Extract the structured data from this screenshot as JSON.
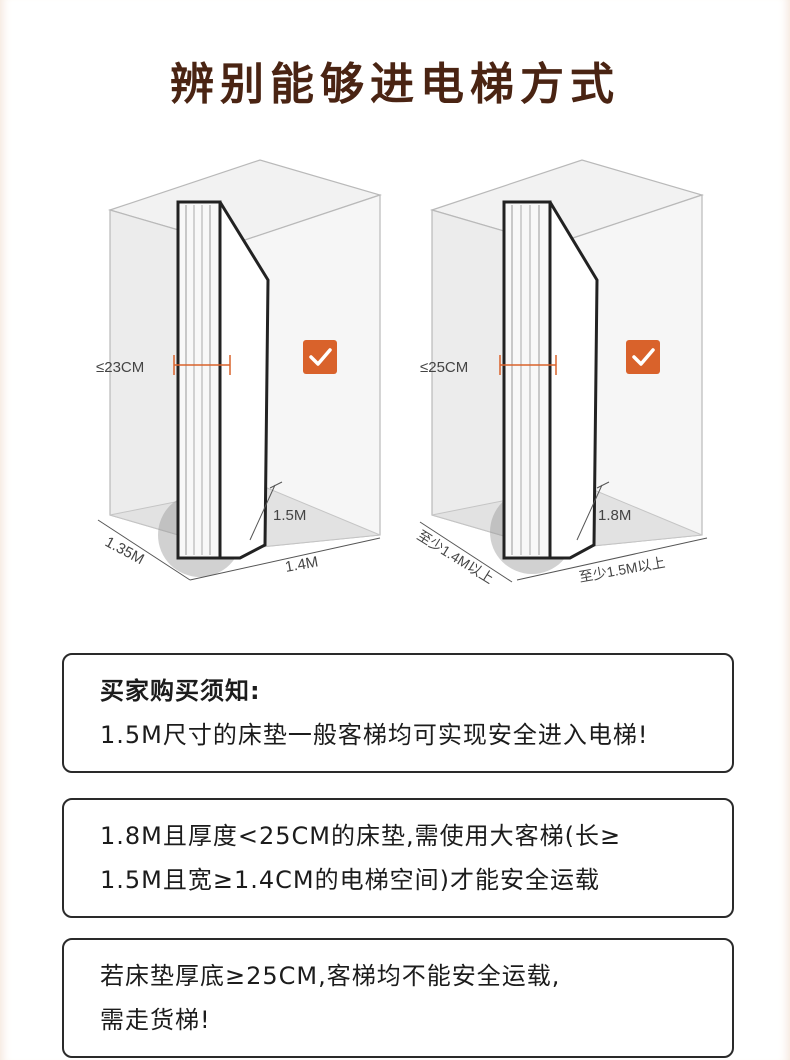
{
  "title": "辨别能够进电梯方式",
  "diagrams": [
    {
      "thickness_label": "≤23CM",
      "height_label": "1.5M",
      "width_label": "1.4M",
      "depth_label": "1.35M",
      "check_icon": "check-icon",
      "accent_color": "#d9622b"
    },
    {
      "thickness_label": "≤25CM",
      "height_label": "1.8M",
      "width_label": "至少1.5M以上",
      "depth_label": "至少1.4M以上",
      "check_icon": "check-icon",
      "accent_color": "#d9622b"
    }
  ],
  "notes": {
    "box1": {
      "heading": "买家购买须知:",
      "text": "1.5M尺寸的床垫一般客梯均可实现安全进入电梯!"
    },
    "box2": {
      "line1": "1.8M且厚度<25CM的床垫,需使用大客梯(长≥",
      "line2": "1.5M且宽≥1.4CM的电梯空间)才能安全运载"
    },
    "box3": {
      "line1": "若床垫厚底≥25CM,客梯均不能安全运载,",
      "line2": "需走货梯!"
    }
  }
}
